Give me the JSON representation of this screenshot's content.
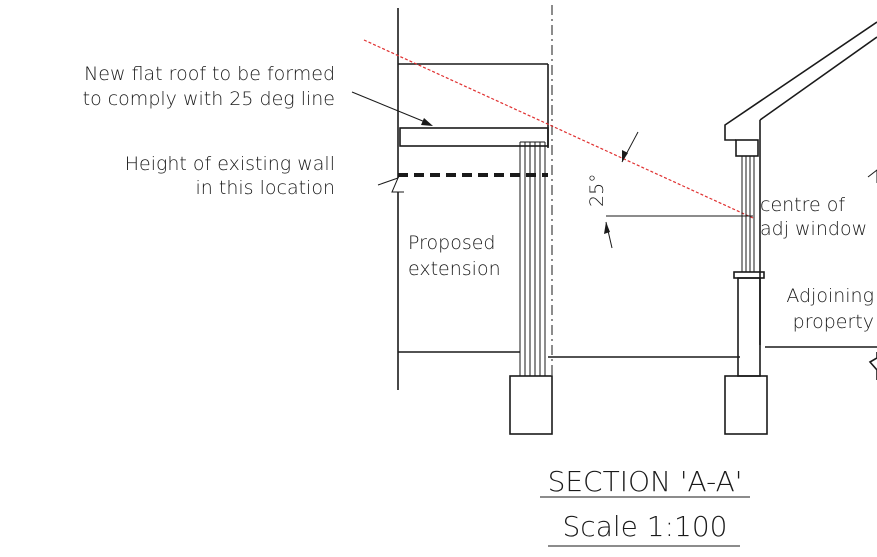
{
  "annotations": {
    "roof_note_line1": "New flat roof to be formed",
    "roof_note_line2": "to comply with 25 deg line",
    "wall_note_line1": "Height of existing wall",
    "wall_note_line2": "in this location",
    "extension_line1": "Proposed",
    "extension_line2": "extension",
    "window_line1": "centre of",
    "window_line2": "adj window",
    "adjoining_line1": "Adjoining",
    "adjoining_line2": "property",
    "angle_label": "25°"
  },
  "title_block": {
    "title": "SECTION 'A-A'",
    "scale": "Scale 1:100"
  },
  "colors": {
    "linework": "#1a1a1a",
    "angle_line": "#e03030"
  }
}
